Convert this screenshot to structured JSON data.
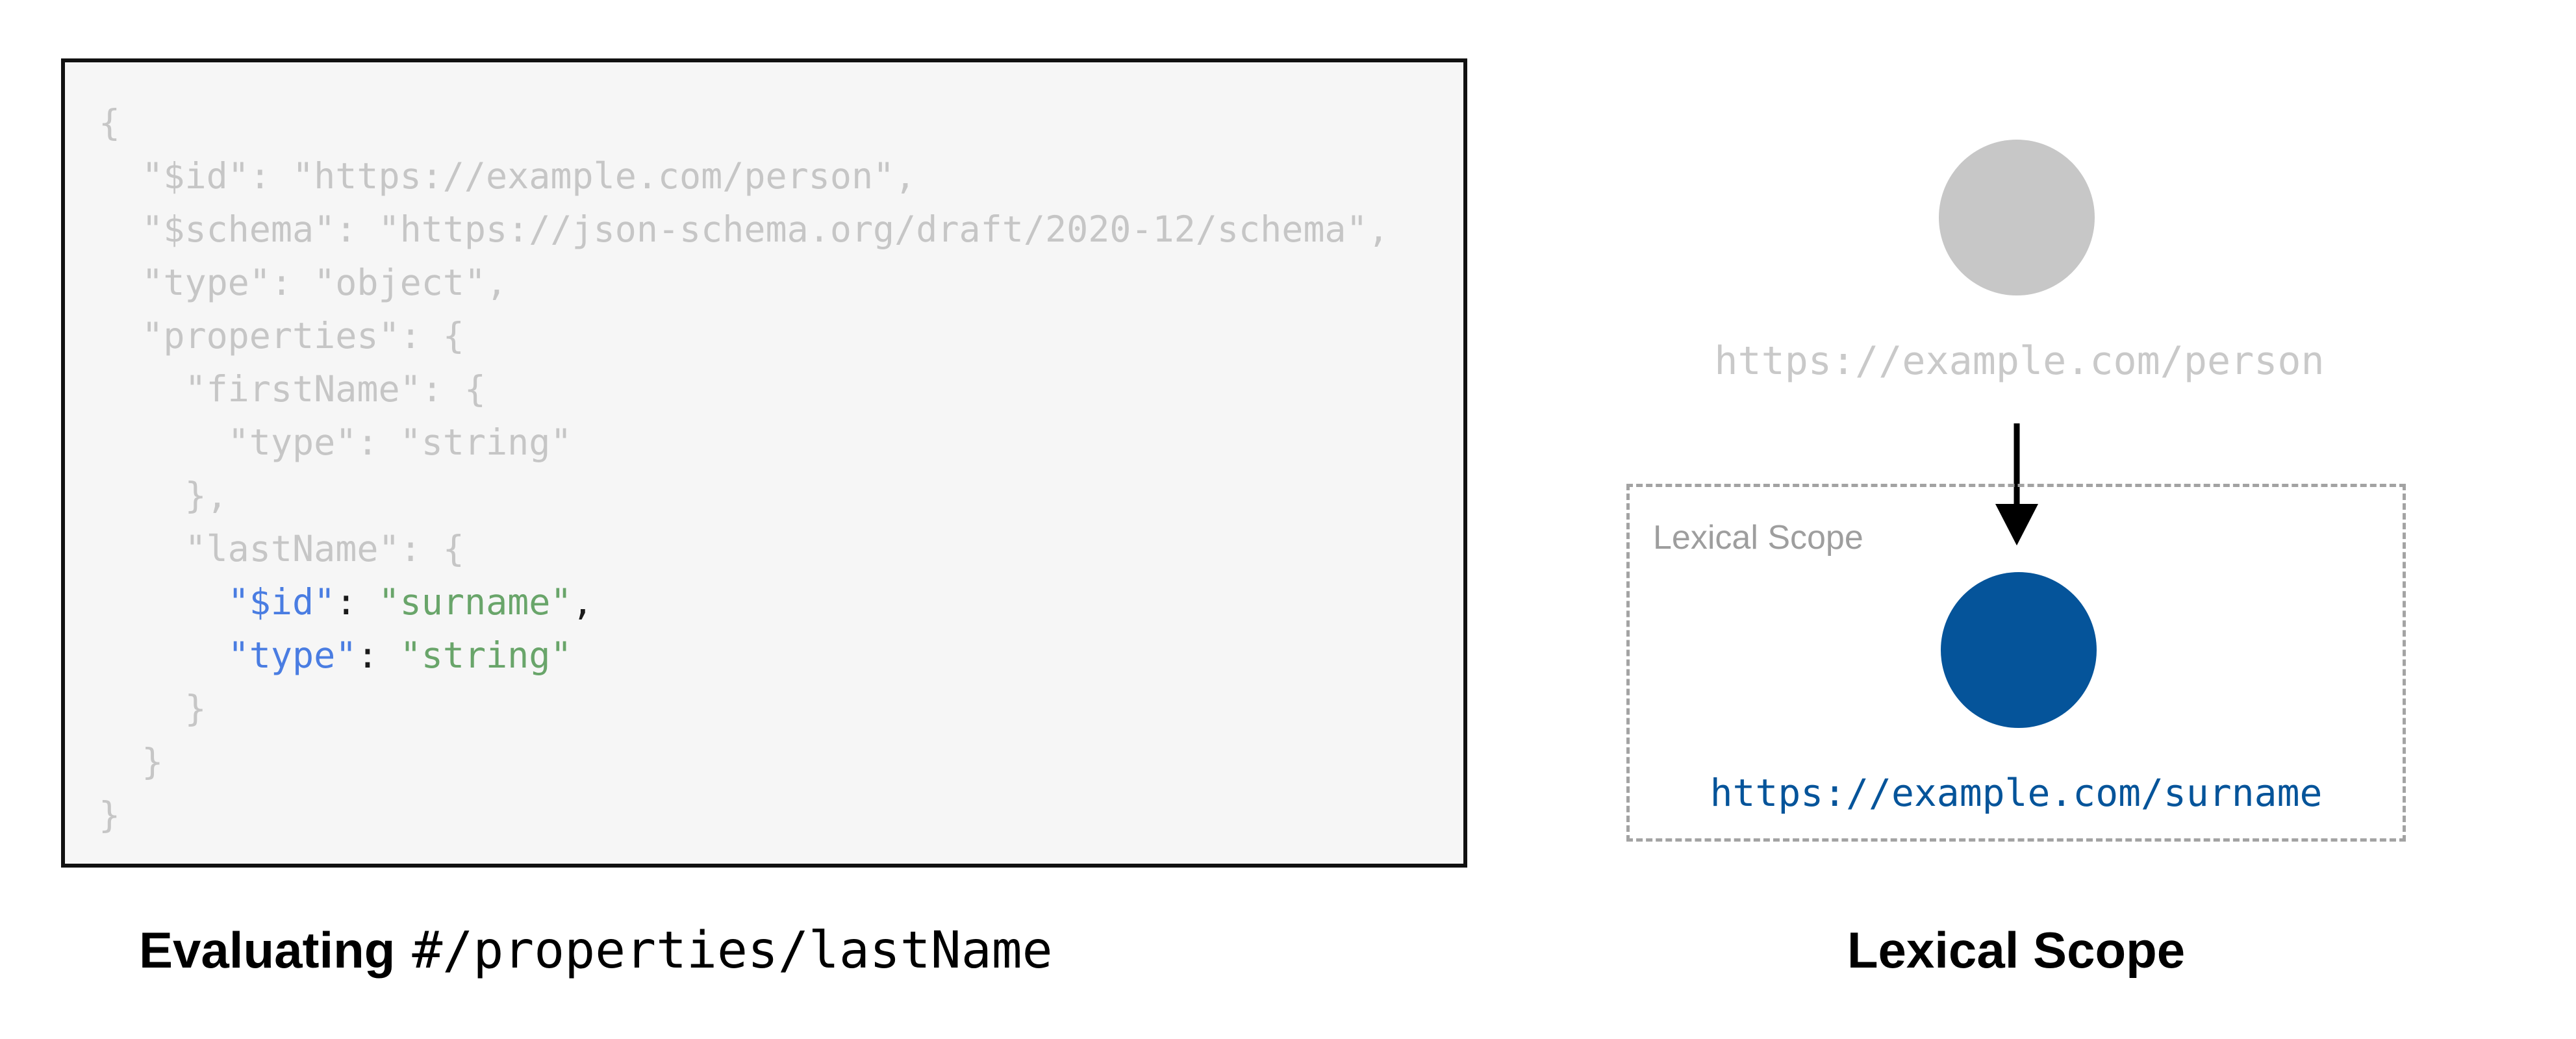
{
  "left_panel": {
    "caption_bold": "Evaluating",
    "caption_mono": "#/properties/lastName",
    "code": {
      "lines": [
        [
          {
            "t": "{"
          }
        ],
        [
          {
            "t": "  \"$id\": \"https://example.com/person\","
          }
        ],
        [
          {
            "t": "  \"$schema\": \"https://json-schema.org/draft/2020-12/schema\","
          }
        ],
        [
          {
            "t": "  \"type\": \"object\","
          }
        ],
        [
          {
            "t": "  \"properties\": {"
          }
        ],
        [
          {
            "t": "    \"firstName\": {"
          }
        ],
        [
          {
            "t": "      \"type\": \"string\""
          }
        ],
        [
          {
            "t": "    },"
          }
        ],
        [
          {
            "t": "    \"lastName\": {"
          }
        ],
        [
          {
            "t": "      "
          },
          {
            "c": "blue",
            "t": "\"$id\""
          },
          {
            "c": "black",
            "t": ": "
          },
          {
            "c": "green",
            "t": "\"surname\""
          },
          {
            "c": "black",
            "t": ","
          }
        ],
        [
          {
            "t": "      "
          },
          {
            "c": "blue",
            "t": "\"type\""
          },
          {
            "c": "black",
            "t": ": "
          },
          {
            "c": "green",
            "t": "\"string\""
          }
        ],
        [
          {
            "t": "    }"
          }
        ],
        [
          {
            "t": "  }"
          }
        ],
        [
          {
            "t": "}"
          }
        ]
      ]
    }
  },
  "right_panel": {
    "parent_label": "https://example.com/person",
    "scope_label": "Lexical Scope",
    "child_label": "https://example.com/surname",
    "caption": "Lexical Scope"
  },
  "icons": {
    "reference_arrow": "down-arrow-icon"
  },
  "colors": {
    "panel_bg": "#f6f6f6",
    "panel_border": "#111111",
    "code_gray": "#c6c6c6",
    "code_blue": "#4a7de2",
    "code_green": "#69a56a",
    "code_black": "#1a1a1a",
    "muted_gray": "#c7c7c7",
    "muted_gray_text": "#c9c9c9",
    "scope_gray": "#9e9e9e",
    "dashed_border": "#a3a3a3",
    "accent_blue": "#05549a",
    "arrow_black": "#000000"
  }
}
